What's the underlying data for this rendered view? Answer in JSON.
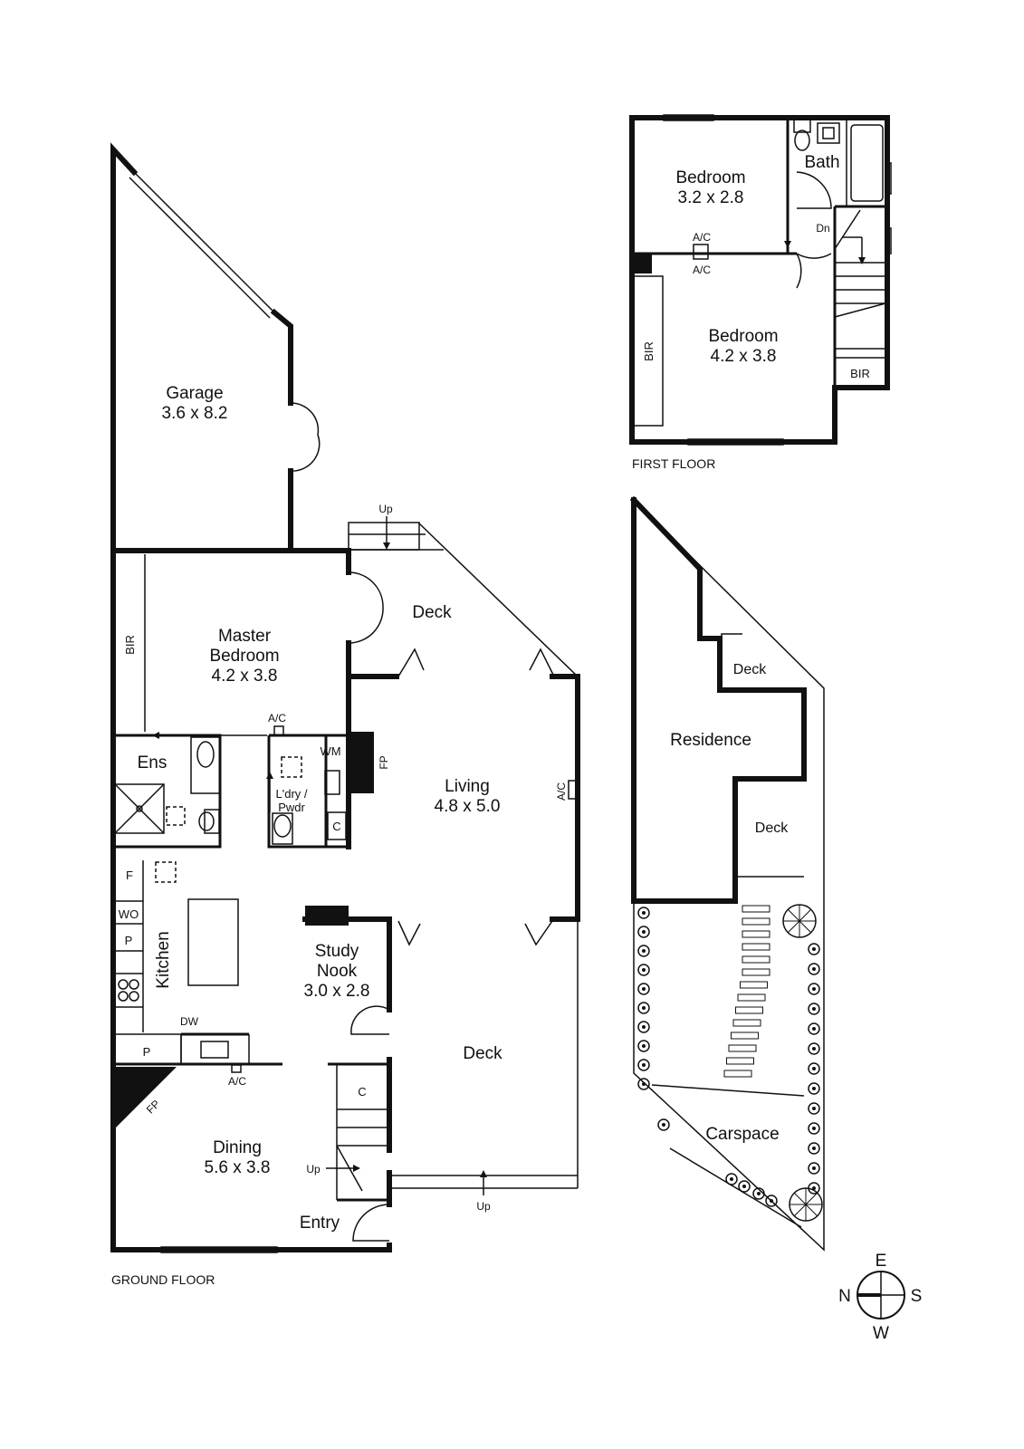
{
  "floors": {
    "ground": "GROUND FLOOR",
    "first": "FIRST FLOOR"
  },
  "rooms": {
    "garage": {
      "name": "Garage",
      "dims": "3.6 x 8.2"
    },
    "master": {
      "name1": "Master",
      "name2": "Bedroom",
      "dims": "4.2 x 3.8"
    },
    "deck_top": {
      "name": "Deck"
    },
    "living": {
      "name": "Living",
      "dims": "4.8 x 5.0"
    },
    "ens": {
      "name": "Ens"
    },
    "ldry": {
      "name1": "L'dry /",
      "name2": "Pwdr"
    },
    "kitchen": {
      "name": "Kitchen"
    },
    "study": {
      "name1": "Study",
      "name2": "Nook",
      "dims": "3.0 x 2.8"
    },
    "deck_bottom": {
      "name": "Deck"
    },
    "dining": {
      "name": "Dining",
      "dims": "5.6 x 3.8"
    },
    "entry": {
      "name": "Entry"
    },
    "bed1": {
      "name": "Bedroom",
      "dims": "3.2 x 2.8"
    },
    "bed2": {
      "name": "Bedroom",
      "dims": "4.2 x 3.8"
    },
    "bath": {
      "name": "Bath"
    }
  },
  "labels": {
    "bir": "BIR",
    "ac": "A/C",
    "fp": "FP",
    "wm": "WM",
    "c": "C",
    "f": "F",
    "wo": "WO",
    "p": "P",
    "dw": "DW",
    "up": "Up",
    "dn": "Dn"
  },
  "site": {
    "residence": "Residence",
    "deck": "Deck",
    "carspace": "Carspace"
  },
  "compass": {
    "e": "E",
    "n": "N",
    "s": "S",
    "w": "W"
  }
}
